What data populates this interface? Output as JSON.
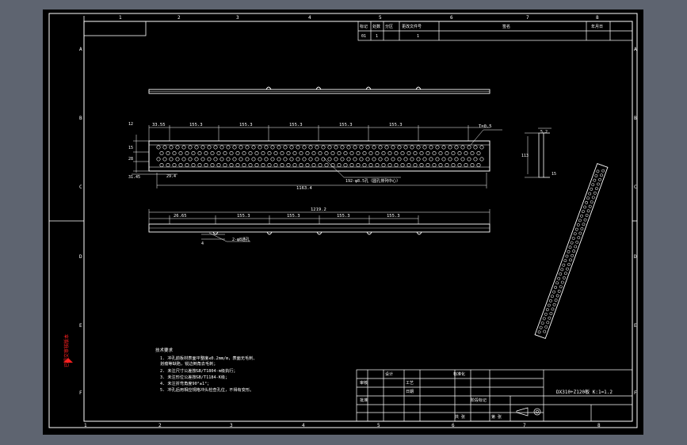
{
  "viewport": {
    "background": "#5e6470",
    "sheet_color": "#000000",
    "line_color": "#ffffff",
    "accent_color": "#ff2020"
  },
  "border": {
    "top_numbers": [
      "1",
      "2",
      "3",
      "4",
      "5",
      "6",
      "7",
      "8"
    ],
    "bottom_numbers": [
      "1",
      "2",
      "3",
      "4",
      "5",
      "6",
      "7",
      "8"
    ],
    "side_letters": [
      "A",
      "B",
      "C",
      "D",
      "E",
      "F"
    ]
  },
  "revision_block": {
    "headers": [
      "标记",
      "处数",
      "分区",
      "更改文件号",
      "签名",
      "年月日"
    ],
    "row": [
      "01",
      "1",
      "",
      "1",
      "",
      ""
    ]
  },
  "front_view": {
    "dims_top": [
      "33.55",
      "155.3",
      "155.3",
      "155.3",
      "155.3",
      "155.3"
    ],
    "dim_right_thickness": "T=0.5",
    "dim_left_vertical": [
      "12",
      "15",
      "28"
    ],
    "dim_left_bottom": [
      "31.45",
      "29.4"
    ],
    "dim_hole_note": "192-φ8.5孔（圆孔排列中心）",
    "dim_overall": "1163.4"
  },
  "bottom_view": {
    "dim_overall": "1219.2",
    "dims_segments": [
      "26.65",
      "155.3",
      "155.3",
      "155.3",
      "155.3"
    ],
    "dim_note": "2-φ8通孔",
    "dim_side": "4"
  },
  "section_view": {
    "dim_top": "5.2",
    "dim_height": "113",
    "dim_bottom": "15"
  },
  "notes": {
    "title": "技术要求",
    "lines": [
      "1. 冲孔前板材表面平整度≤0.2mm/m，表面无毛刺、",
      "   划痕等缺陷，锐边倒角去毛刺；",
      "2. 未注尺寸公差按GB/T1804-m级执行；",
      "3. 未注形位公差按GB/T1184-K级；",
      "4. 未注折弯角度90°±1°；",
      "5. 冲孔后用相应规格冲头检查孔位，不得有变形。"
    ]
  },
  "stamp_text": "已提交审核版本",
  "title_block": {
    "header": [
      "设计",
      "",
      "标准化",
      "",
      "批准",
      "阶段标记"
    ],
    "rows": [
      [
        "审核",
        "",
        "工艺",
        ""
      ],
      [
        "",
        "",
        "日期",
        ""
      ],
      [
        "",
        "",
        "共  张",
        "第  张"
      ]
    ],
    "drawing_no": "DX310+Z120板 K:1=1.2",
    "company": ""
  }
}
